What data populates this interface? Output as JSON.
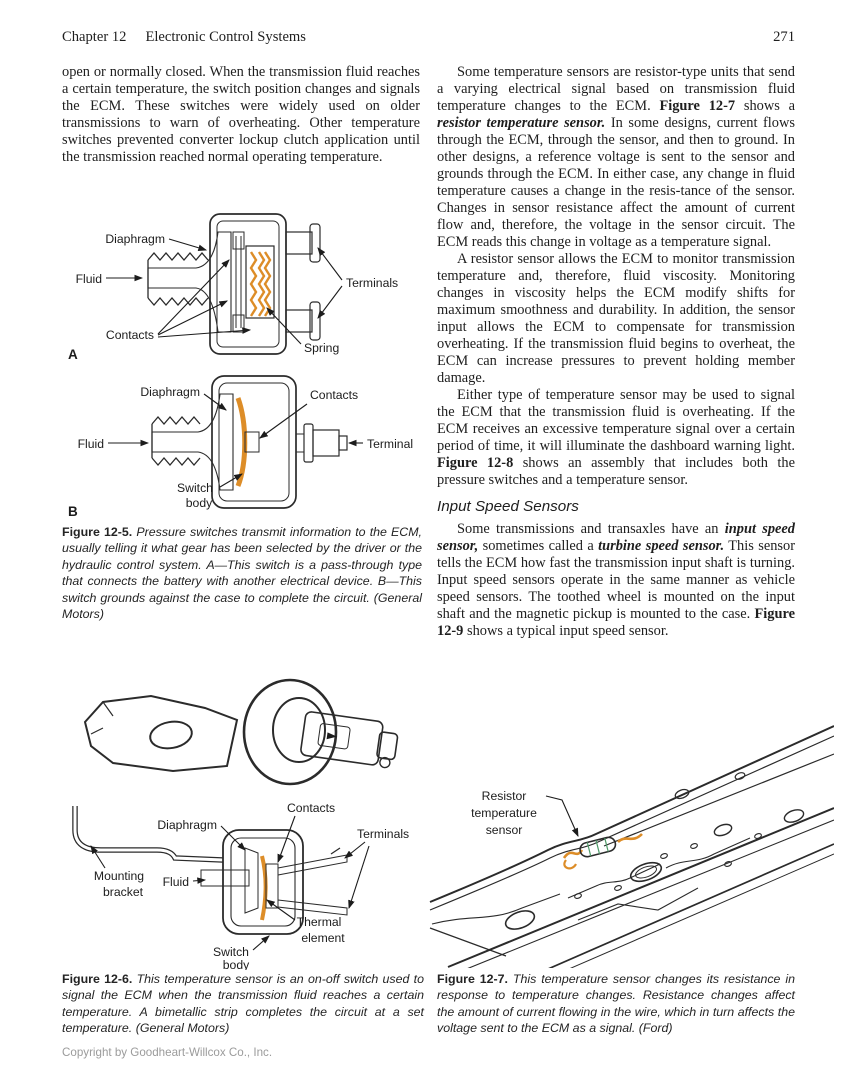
{
  "header": {
    "chapter": "Chapter 12",
    "title": "Electronic Control Systems",
    "page_number": "271"
  },
  "colors": {
    "diagram_green": "#8fc9a0",
    "diagram_purple": "#a49ad0",
    "diagram_orange": "#dd8d28",
    "line_art": "#2b2b2b",
    "copyright_gray": "#9b9b9b"
  },
  "left_column": {
    "paragraph_1": [
      {
        "t": "open or normally closed. When the transmission fluid reaches a certain temperature, the switch position changes and signals the ECM. These switches were widely used on older transmissions to warn of overheating. Other temperature switches prevented converter lockup clutch application until the transmission reached normal operating temperature."
      }
    ]
  },
  "right_column": {
    "paragraph_1": [
      {
        "t": "Some temperature sensors are resistor-type units that send a varying electrical signal based on transmission fluid temperature changes to the ECM. "
      },
      {
        "t": "Figure 12-7",
        "b": true
      },
      {
        "t": " shows a "
      },
      {
        "t": "resistor temperature sensor.",
        "b": true,
        "i": true
      },
      {
        "t": " In some designs, current flows through the ECM, through the sensor, and then to ground. In other designs, a reference voltage is sent to the sensor and grounds through the ECM. In either case, any change in fluid temperature causes a change in the resis-tance of the sensor. Changes in sensor resistance affect the amount of current flow and, therefore, the voltage in the sensor circuit. The ECM reads this change in voltage as a temperature signal."
      }
    ],
    "paragraph_2": [
      {
        "t": "A resistor sensor allows the ECM to monitor transmission temperature and, therefore, fluid viscosity. Monitoring changes in viscosity helps the ECM modify shifts for maximum smoothness and durability. In addition, the sensor input allows the ECM to compensate for transmission overheating. If the transmission fluid begins to overheat, the ECM can increase pressures to prevent holding member damage."
      }
    ],
    "paragraph_3": [
      {
        "t": "Either type of temperature sensor may be used to signal the ECM that the transmission fluid is overheating. If the ECM receives an excessive temperature signal over a certain period of time, it will illuminate the dashboard warning light. "
      },
      {
        "t": "Figure 12-8",
        "b": true
      },
      {
        "t": " shows an assembly that includes both the pressure switches and a temperature sensor."
      }
    ],
    "heading_input_speed": "Input Speed Sensors",
    "paragraph_4": [
      {
        "t": "Some transmissions and transaxles have an "
      },
      {
        "t": "input speed sensor,",
        "b": true,
        "i": true
      },
      {
        "t": " sometimes called a "
      },
      {
        "t": "turbine speed sensor.",
        "b": true,
        "i": true
      },
      {
        "t": " This sensor tells the ECM how fast the transmission input shaft is turning. Input speed sensors operate in the same manner as vehicle speed sensors. The toothed wheel is mounted on the input shaft and the magnetic pickup is mounted to the case. "
      },
      {
        "t": "Figure 12-9",
        "b": true
      },
      {
        "t": " shows a typical input speed sensor."
      }
    ]
  },
  "figure_12_5": {
    "part_a_letter": "A",
    "part_b_letter": "B",
    "a": {
      "diaphragm": "Diaphragm",
      "fluid": "Fluid",
      "contacts": "Contacts",
      "terminals": "Terminals",
      "spring": "Spring"
    },
    "b": {
      "diaphragm": "Diaphragm",
      "contacts": "Contacts",
      "fluid": "Fluid",
      "terminal": "Terminal",
      "switch_line1": "Switch",
      "switch_line2": "body"
    },
    "caption": [
      {
        "t": "Figure 12-5. ",
        "b": true
      },
      {
        "t": "Pressure switches transmit information to the ECM, usually telling it what gear has been selected by the driver or the hydraulic control system. A—This switch is a pass-through type that connects the battery with another electrical device. B—This switch grounds against the case to complete the circuit. (General Motors)",
        "i": true
      }
    ]
  },
  "figure_12_6": {
    "labels": {
      "contacts": "Contacts",
      "diaphragm": "Diaphragm",
      "terminals": "Terminals",
      "mounting_line1": "Mounting",
      "mounting_line2": "bracket",
      "fluid": "Fluid",
      "thermal_line1": "Thermal",
      "thermal_line2": "element",
      "switch_line1": "Switch",
      "switch_line2": "body"
    },
    "caption": [
      {
        "t": "Figure 12-6. ",
        "b": true
      },
      {
        "t": "This temperature sensor is an on-off switch used to signal the ECM when the transmission fluid reaches a certain temperature. A bimetallic strip completes the circuit at a set temperature. (General Motors)",
        "i": true
      }
    ]
  },
  "figure_12_7": {
    "labels": {
      "sensor_line1": "Resistor",
      "sensor_line2": "temperature",
      "sensor_line3": "sensor"
    },
    "caption": [
      {
        "t": "Figure 12-7. ",
        "b": true
      },
      {
        "t": "This temperature sensor changes its resistance in response to temperature changes. Resistance changes affect the amount of current flowing in the wire, which in turn affects the voltage sent to the ECM as a signal. (Ford)",
        "i": true
      }
    ]
  },
  "footer": {
    "copyright": "Copyright by Goodheart-Willcox Co., Inc."
  }
}
